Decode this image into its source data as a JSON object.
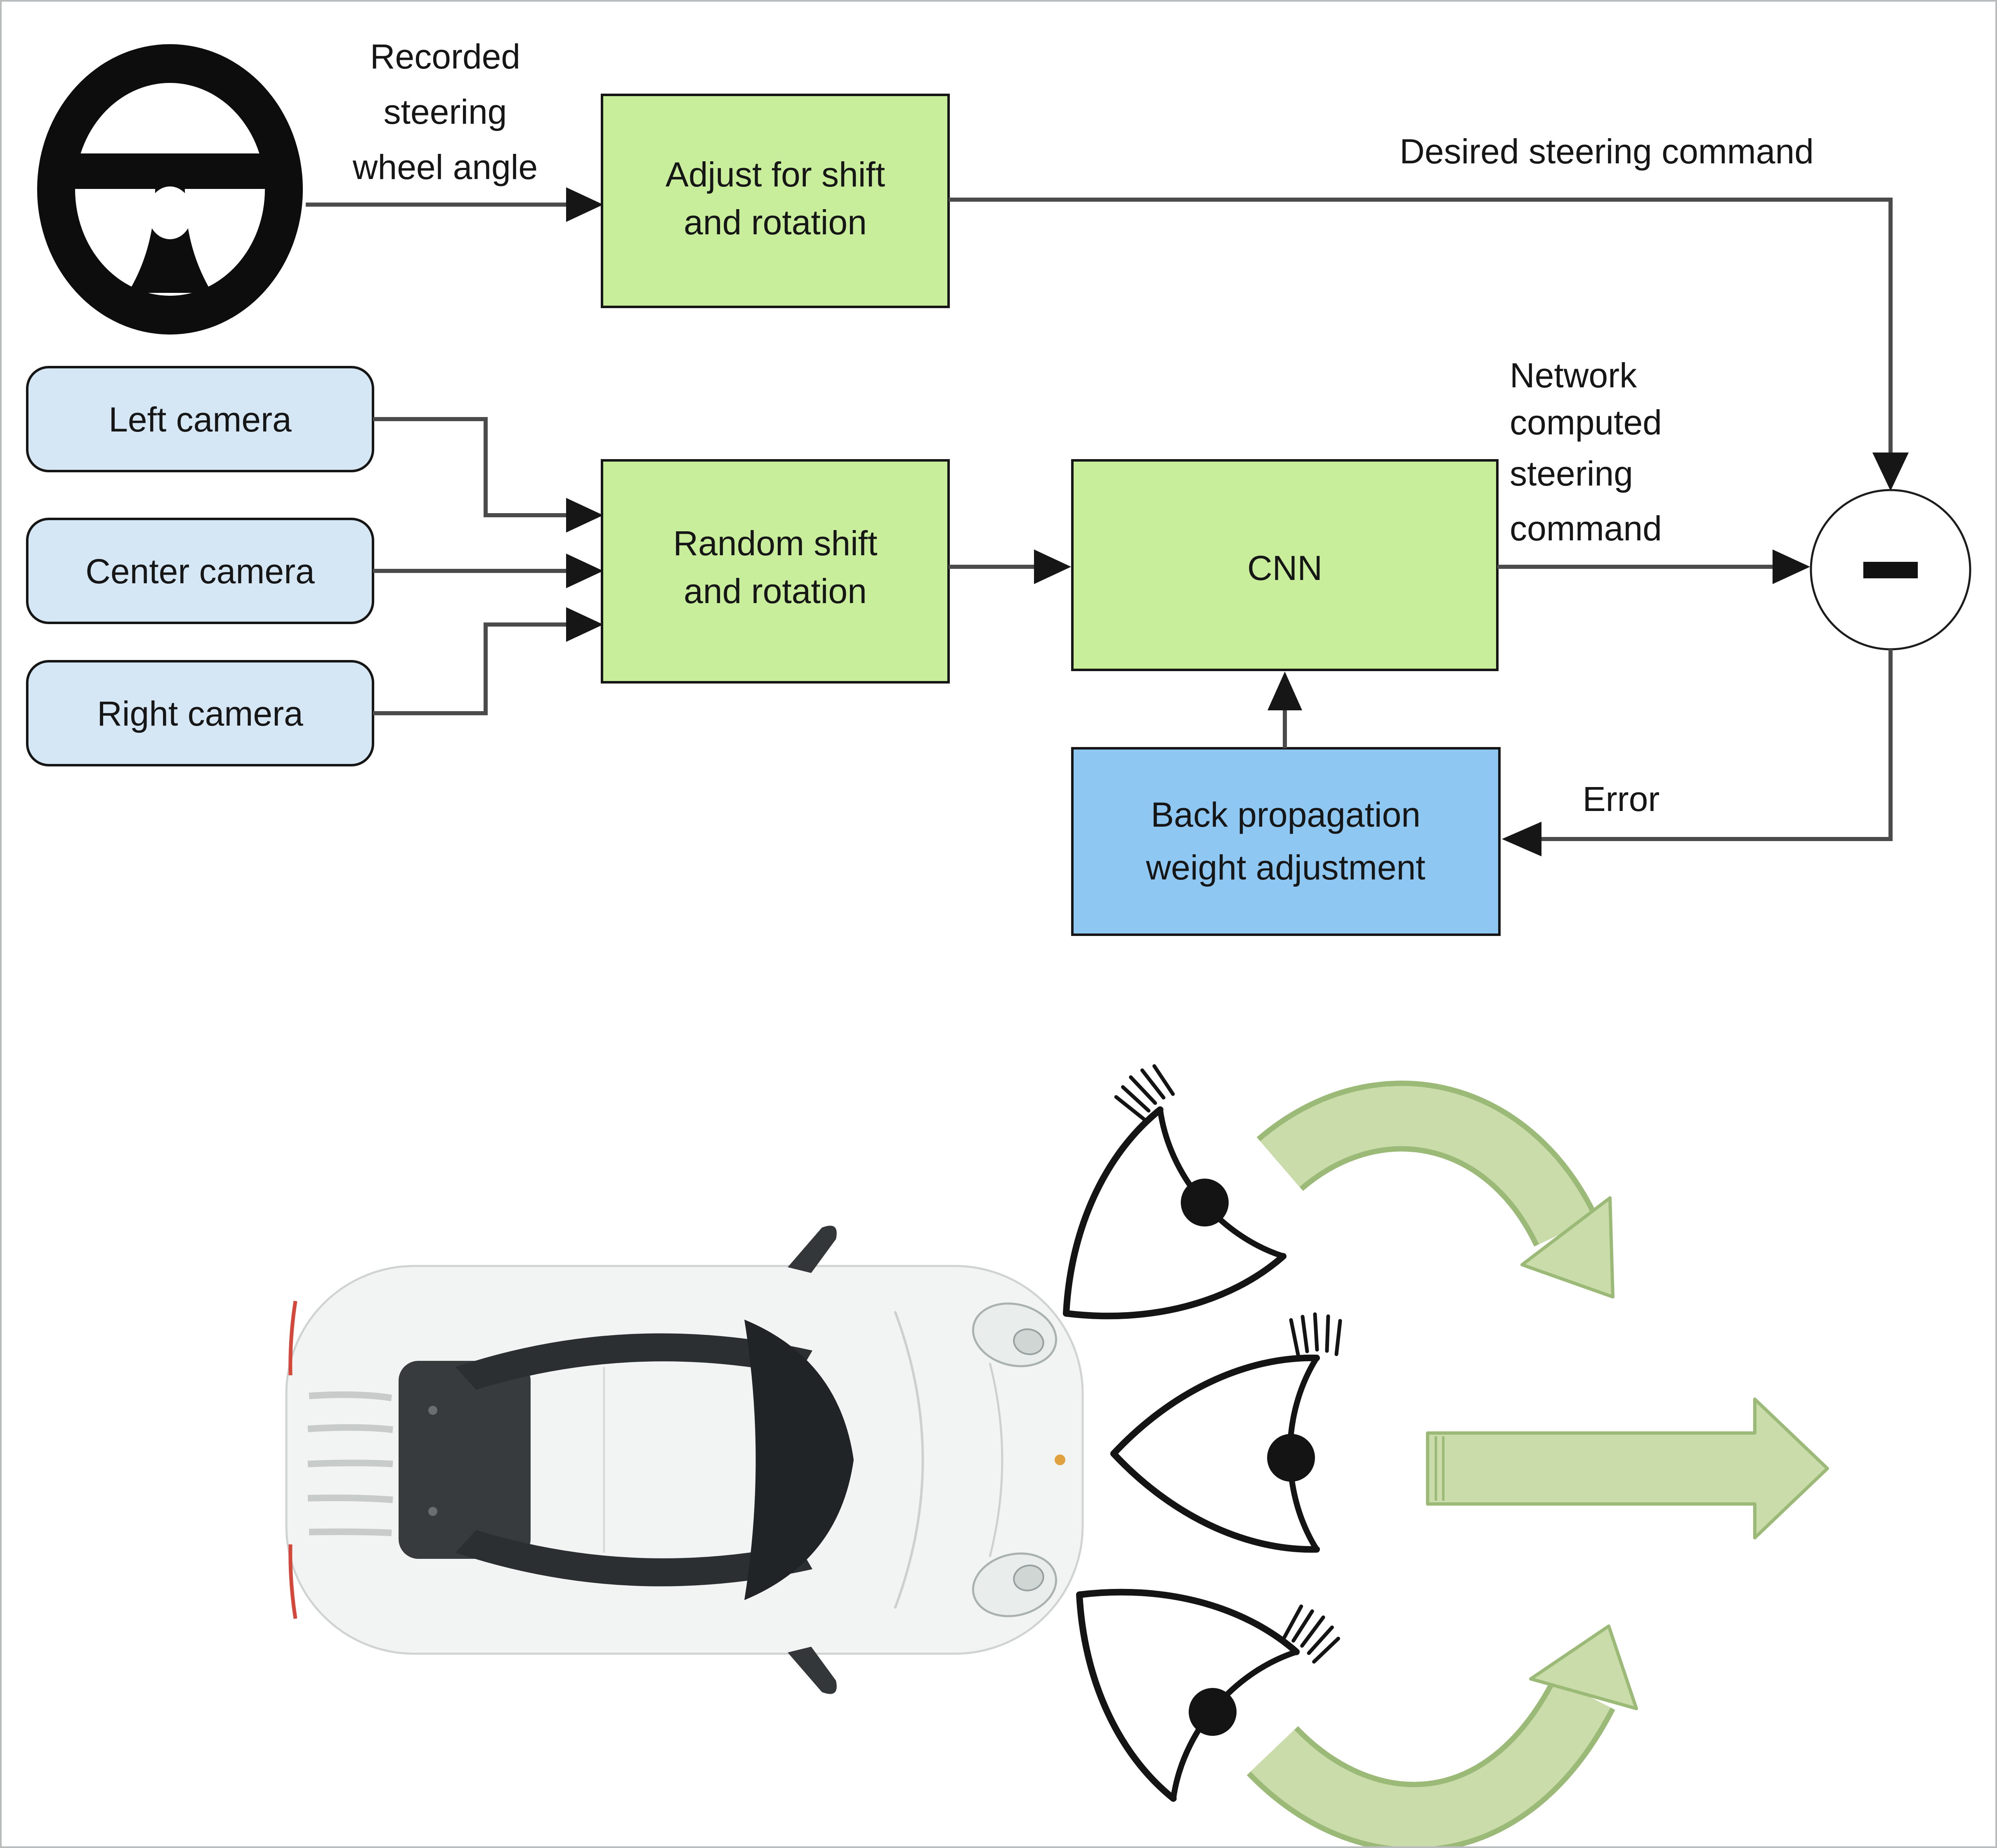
{
  "colors": {
    "process_box_green": "#c9ee9b",
    "camera_box_blue": "#d5e7f4",
    "backprop_box_blue": "#8ec7f1",
    "direction_arrow_fill": "#cbdcab",
    "direction_arrow_stroke": "#9cba77",
    "connector_line": "#4b4b4b",
    "text": "#161616",
    "page_border": "#b9bcbc"
  },
  "flowchart": {
    "recorded_label": [
      "Recorded",
      "steering",
      "wheel angle"
    ],
    "adjust_box_label": [
      "Adjust for shift",
      "and rotation"
    ],
    "desired_label": "Desired steering command",
    "cameras": [
      {
        "label": "Left camera"
      },
      {
        "label": "Center camera"
      },
      {
        "label": "Right camera"
      }
    ],
    "random_box_label": [
      "Random shift",
      "and rotation"
    ],
    "cnn_box_label": "CNN",
    "network_label": [
      "Network",
      "computed",
      "steering",
      "command"
    ],
    "minus_sign": "−",
    "error_label": "Error",
    "backprop_box_label": [
      "Back propagation",
      "weight adjustment"
    ]
  },
  "icons": {
    "steering_wheel": "steering-wheel-icon",
    "difference_node": "minus-circle-icon",
    "car": "car-top-view",
    "eyes": [
      "eye-icon-top",
      "eye-icon-middle",
      "eye-icon-bottom"
    ],
    "direction_arrows": [
      "curved-arrow-left-turn",
      "straight-arrow",
      "curved-arrow-right-turn"
    ]
  }
}
